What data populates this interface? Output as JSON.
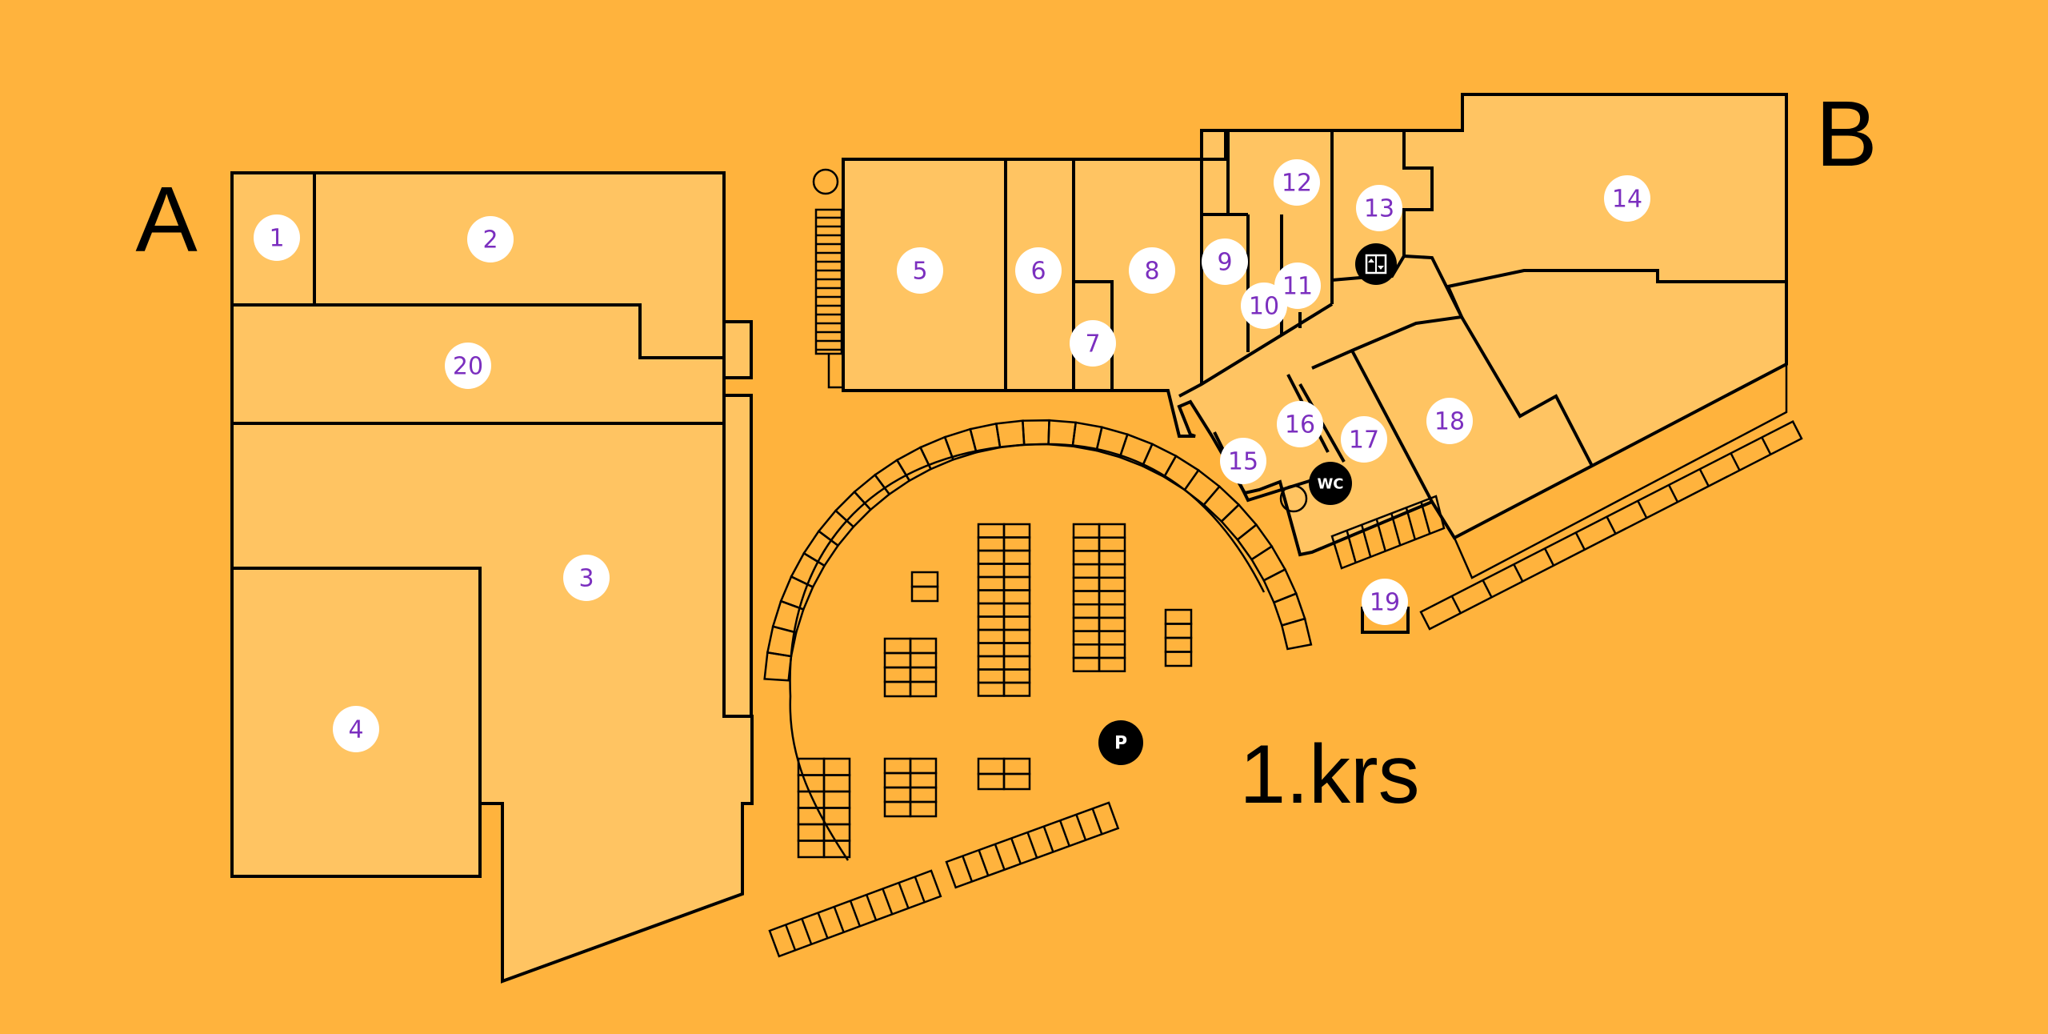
{
  "map": {
    "building_a_label": "A",
    "building_b_label": "B",
    "floor_label": "1.krs",
    "units": [
      "1",
      "2",
      "3",
      "4",
      "5",
      "6",
      "7",
      "8",
      "9",
      "10",
      "11",
      "12",
      "13",
      "14",
      "15",
      "16",
      "17",
      "18",
      "19",
      "20"
    ],
    "icons": {
      "wc": {
        "name": "wc-icon",
        "text": "WC"
      },
      "parking": {
        "name": "parking-icon",
        "text": "P"
      },
      "elevator": {
        "name": "elevator-icon",
        "text": ""
      }
    },
    "colors": {
      "background": "#ffb33d",
      "building_fill": "#ffc462",
      "outline": "#000000",
      "unit_number": "#7b2fbf",
      "badge": "#ffffff"
    }
  }
}
